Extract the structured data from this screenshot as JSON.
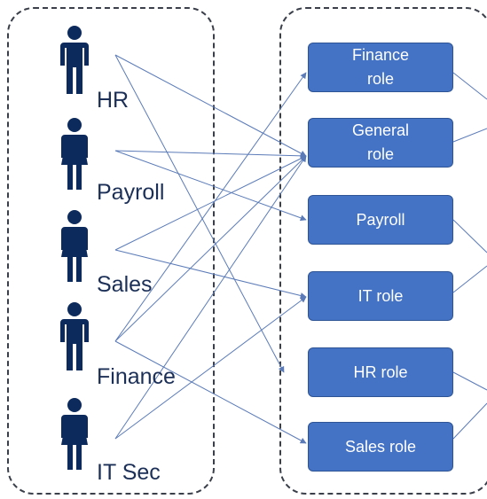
{
  "people": [
    {
      "id": "hr",
      "label": "HR",
      "icon": "person-male-icon"
    },
    {
      "id": "payroll",
      "label": "Payroll",
      "icon": "person-female-icon"
    },
    {
      "id": "sales",
      "label": "Sales",
      "icon": "person-female-icon"
    },
    {
      "id": "finance",
      "label": "Finance",
      "icon": "person-male-icon"
    },
    {
      "id": "itsec",
      "label": "IT Sec",
      "icon": "person-female-icon"
    }
  ],
  "roles": [
    {
      "id": "finance-role",
      "label": "Finance\nrole"
    },
    {
      "id": "general-role",
      "label": "General\nrole"
    },
    {
      "id": "payroll-role",
      "label": "Payroll"
    },
    {
      "id": "it-role",
      "label": "IT role"
    },
    {
      "id": "hr-role",
      "label": "HR role"
    },
    {
      "id": "sales-role",
      "label": "Sales role"
    }
  ],
  "colors": {
    "person": "#0d2a5c",
    "role_fill": "#4472c4",
    "role_border": "#2e5496",
    "connector": "#5b7bb8",
    "box_border": "#3a3f4a"
  }
}
